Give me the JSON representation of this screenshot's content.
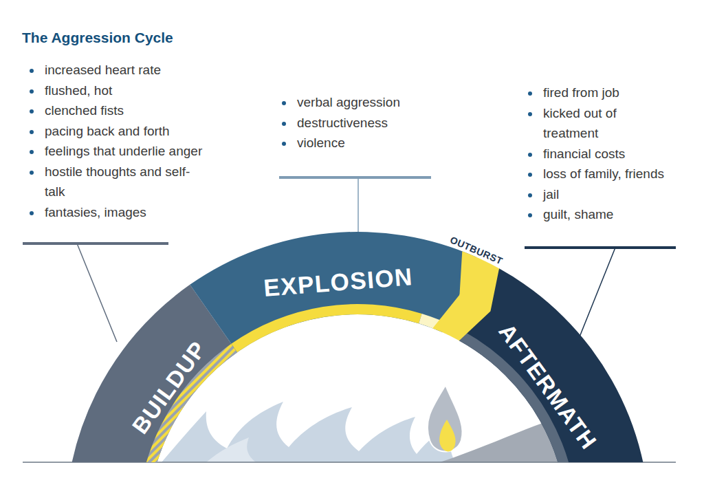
{
  "diagram": {
    "title": "The Aggression Cycle",
    "nodes": [
      {
        "text": [
          "BUILDUP"
        ]
      },
      {
        "text": [
          "EXPLOSION"
        ]
      },
      {
        "text": [
          "OUTBURST"
        ]
      },
      {
        "text": [
          "AFTERMATH"
        ]
      }
    ],
    "labels": [
      "increased heart rate",
      "flushed, hot",
      "clenched fists",
      "pacing back and forth",
      "feelings that underlie anger",
      "hostile thoughts and self-talk",
      "fantasies, images",
      "verbal aggression",
      "destructiveness",
      "violence",
      "fired from job",
      "kicked out of treatment",
      "financial costs",
      "loss of family, friends",
      "jail",
      "guilt, shame"
    ]
  }
}
